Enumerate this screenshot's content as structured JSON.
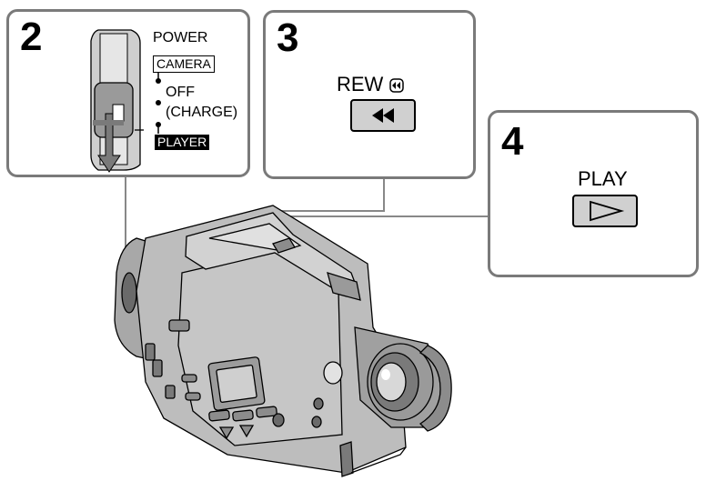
{
  "panels": {
    "step2": {
      "number": "2",
      "power_label": "POWER",
      "camera_label": "CAMERA",
      "off_label": "OFF",
      "charge_label": "(CHARGE)",
      "player_label": "PLAYER"
    },
    "step3": {
      "number": "3",
      "button_label": "REW",
      "button_icon": "rewind-icon"
    },
    "step4": {
      "number": "4",
      "button_label": "PLAY",
      "button_icon": "play-icon"
    }
  },
  "colors": {
    "panel_border": "#7a7a7a",
    "button_fill": "#d0d0d0",
    "camera_body": "#bdbdbd",
    "camera_dark": "#8c8c8c",
    "line": "#888888"
  }
}
